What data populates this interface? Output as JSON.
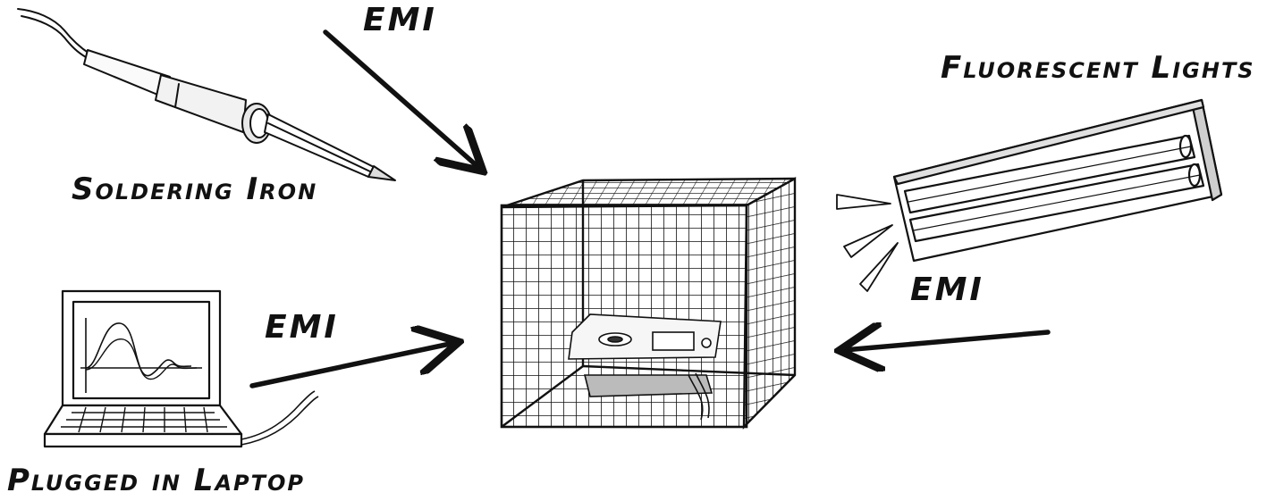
{
  "labels": {
    "soldering_iron": "Soldering Iron",
    "plugged_in_laptop": "Plugged in Laptop",
    "fluorescent_lights": "Fluorescent Lights",
    "emi_top": "EMI",
    "emi_left": "EMI",
    "emi_right": "EMI"
  },
  "colors": {
    "ink": "#111111",
    "paper": "#ffffff"
  }
}
